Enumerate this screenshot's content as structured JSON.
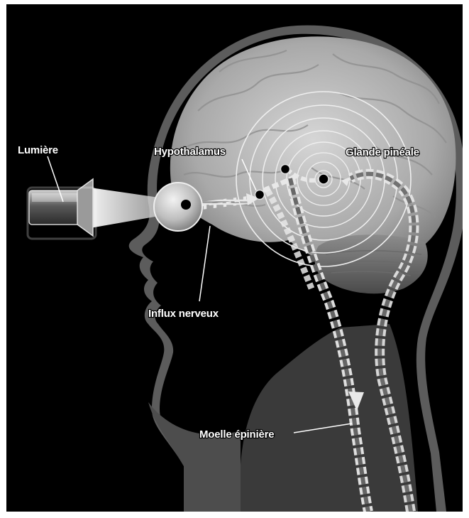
{
  "labels": {
    "light": "Lumière",
    "hypothalamus": "Hypothalamus",
    "pineal_gland": "Glande pinéale",
    "nerve_impulse": "Influx nerveux",
    "spinal_cord": "Moelle épinière"
  },
  "colors": {
    "background": "#000000",
    "head_silhouette": "#8a8a8a",
    "brain": "#bdbdbd",
    "pathway": "#e8e8e8",
    "label_text": "#ffffff"
  }
}
